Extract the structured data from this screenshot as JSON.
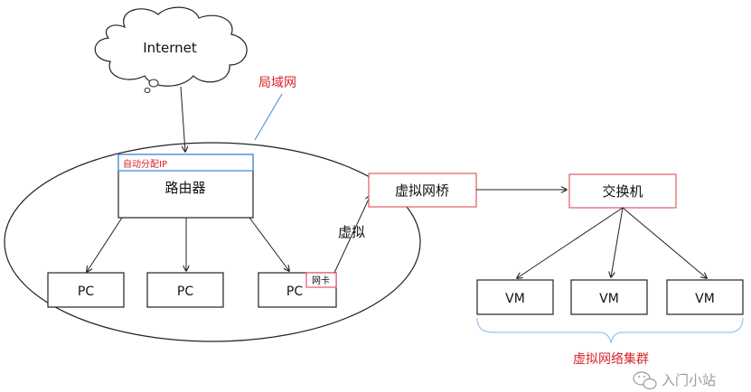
{
  "colors": {
    "line": "#222222",
    "red_text": "#d8232a",
    "red_border": "#e15a66",
    "blue": "#3d86d6",
    "bracket": "#9cc3ea",
    "watermark": "#9a9a9a"
  },
  "nodes": {
    "internet": "Internet",
    "lan_label": "局域网",
    "router": "路由器",
    "dhcp_label": "自动分配IP",
    "pc1": "PC",
    "pc2": "PC",
    "pc3": "PC",
    "nic_label": "网卡",
    "virtual_label": "虚拟",
    "bridge": "虚拟网桥",
    "switch": "交换机",
    "vm1": "VM",
    "vm2": "VM",
    "vm3": "VM",
    "cluster_label": "虚拟网络集群"
  },
  "watermark": {
    "text": "入门小站",
    "icon": "wechat-icon"
  }
}
